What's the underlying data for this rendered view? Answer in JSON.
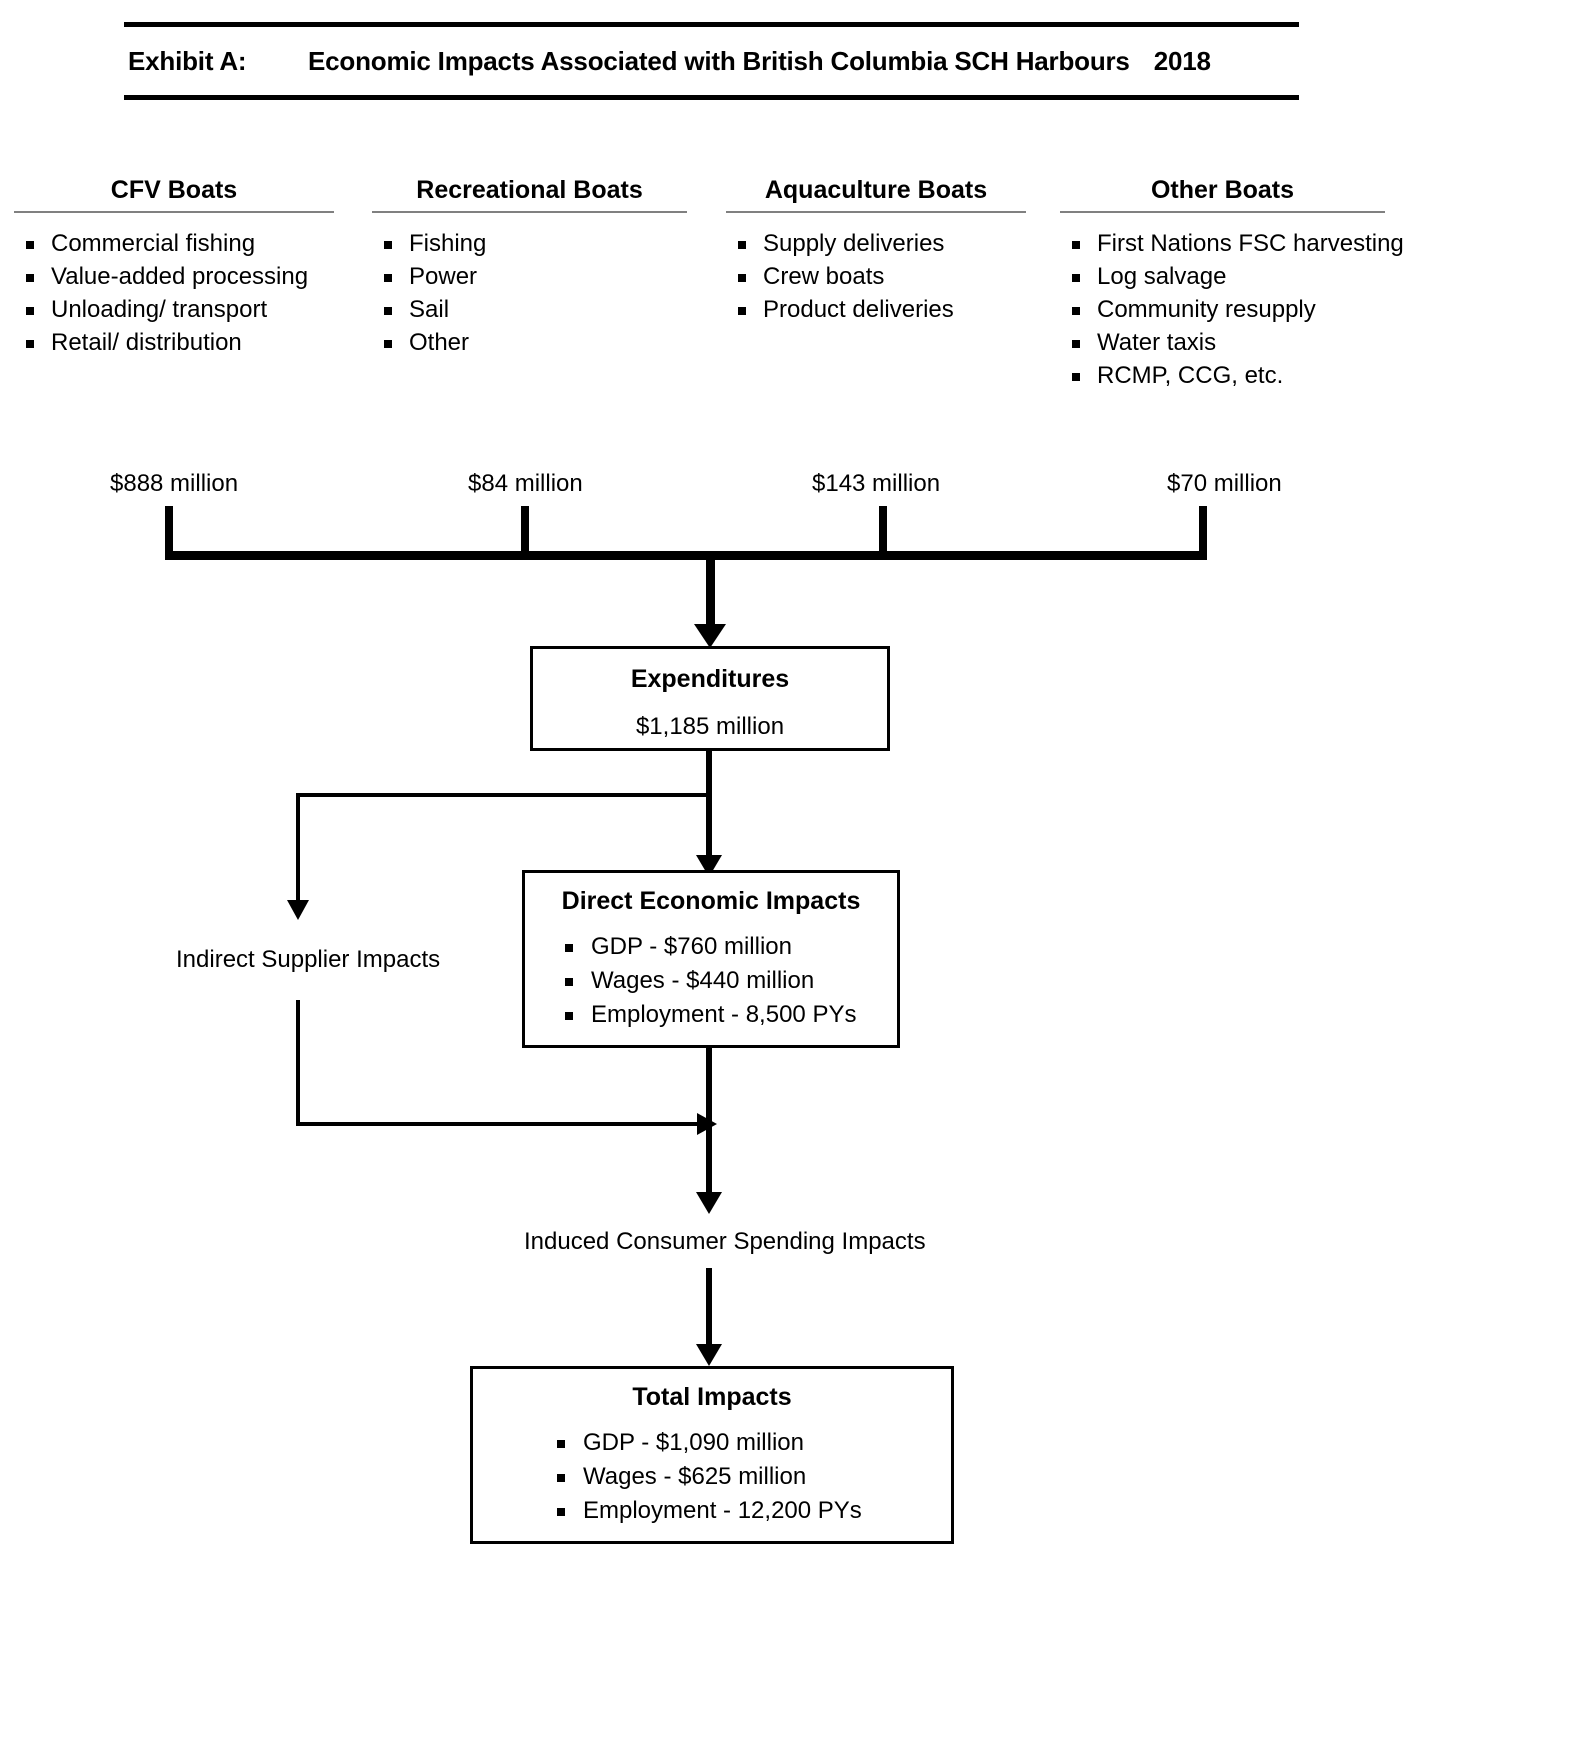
{
  "title": {
    "exhibit_label": "Exhibit A:",
    "text": "Economic Impacts Associated with British Columbia SCH Harbours",
    "year": "2018"
  },
  "categories": [
    {
      "heading": "CFV Boats",
      "items": [
        "Commercial fishing",
        "Value-added processing",
        "Unloading/ transport",
        "Retail/ distribution"
      ],
      "amount": "$888 million"
    },
    {
      "heading": "Recreational Boats",
      "items": [
        "Fishing",
        "Power",
        "Sail",
        "Other"
      ],
      "amount": "$84 million"
    },
    {
      "heading": "Aquaculture Boats",
      "items": [
        "Supply deliveries",
        "Crew boats",
        "Product deliveries"
      ],
      "amount": "$143 million"
    },
    {
      "heading": "Other Boats",
      "items": [
        "First Nations FSC harvesting",
        "Log salvage",
        "Community resupply",
        "Water taxis",
        "RCMP, CCG, etc."
      ],
      "amount": "$70 million"
    }
  ],
  "flow": {
    "expenditures": {
      "title": "Expenditures",
      "amount": "$1,185 million"
    },
    "indirect_label": "Indirect Supplier Impacts",
    "direct": {
      "title": "Direct Economic Impacts",
      "items": [
        "GDP - $760 million",
        "Wages - $440 million",
        "Employment - 8,500 PYs"
      ]
    },
    "induced_label": "Induced Consumer Spending Impacts",
    "total": {
      "title": "Total Impacts",
      "items": [
        "GDP - $1,090 million",
        "Wages - $625 million",
        "Employment - 12,200 PYs"
      ]
    }
  },
  "chart_data": {
    "type": "diagram",
    "title": "Economic Impacts Associated with British Columbia SCH Harbours 2018",
    "inputs": [
      {
        "label": "CFV Boats",
        "value": 888,
        "unit": "million CAD"
      },
      {
        "label": "Recreational Boats",
        "value": 84,
        "unit": "million CAD"
      },
      {
        "label": "Aquaculture Boats",
        "value": 143,
        "unit": "million CAD"
      },
      {
        "label": "Other Boats",
        "value": 70,
        "unit": "million CAD"
      }
    ],
    "total_expenditures": {
      "value": 1185,
      "unit": "million CAD"
    },
    "direct_impacts": {
      "gdp": 760,
      "wages": 440,
      "employment_pys": 8500
    },
    "total_impacts": {
      "gdp": 1090,
      "wages": 625,
      "employment_pys": 12200
    }
  }
}
